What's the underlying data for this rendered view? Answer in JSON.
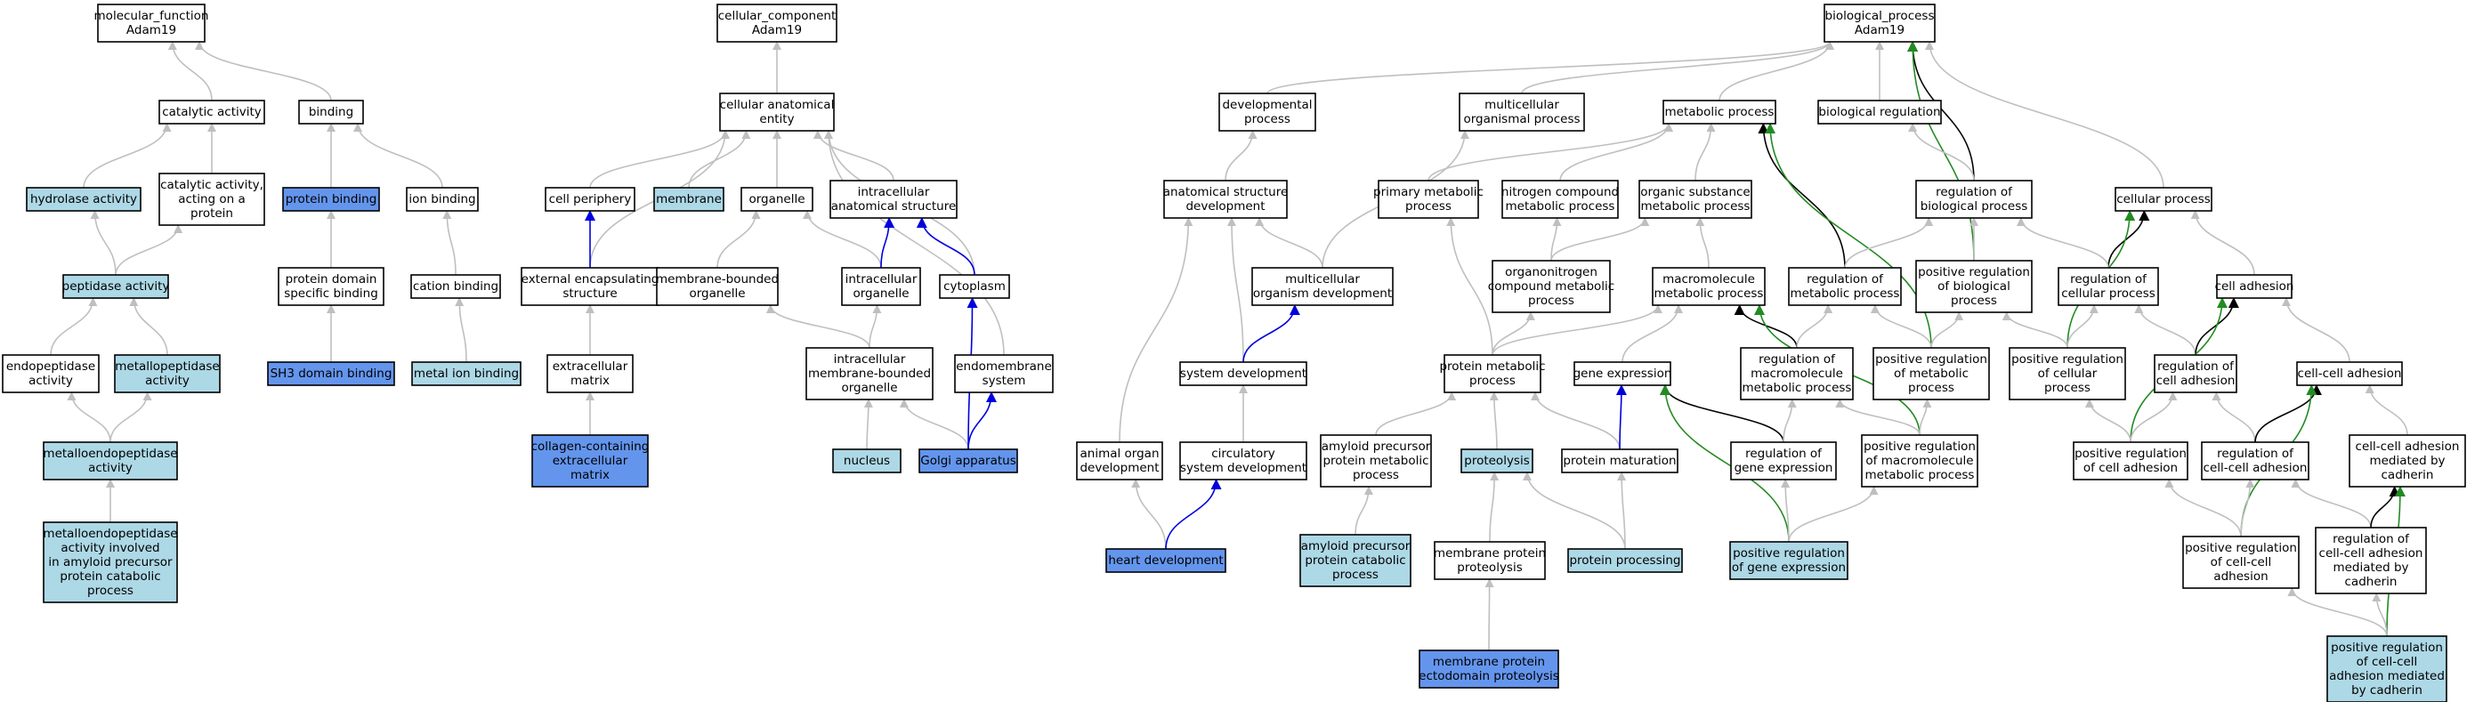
{
  "colors": {
    "plain": "#ffffff",
    "light": "#add8e6",
    "strong": "#6495ed",
    "edge_grey": "#bfbfbf",
    "edge_black": "#000000",
    "edge_blue": "#0000dd",
    "edge_green": "#228b22"
  },
  "nodes": [
    {
      "id": "mf",
      "lines": [
        "molecular_function",
        "Adam19"
      ],
      "fill": "plain"
    },
    {
      "id": "cat",
      "lines": [
        "catalytic activity"
      ],
      "fill": "plain"
    },
    {
      "id": "bind",
      "lines": [
        "binding"
      ],
      "fill": "plain"
    },
    {
      "id": "hyd",
      "lines": [
        "hydrolase activity"
      ],
      "fill": "light"
    },
    {
      "id": "catprot",
      "lines": [
        "catalytic activity,",
        "acting on a",
        "protein"
      ],
      "fill": "plain"
    },
    {
      "id": "protbind",
      "lines": [
        "protein binding"
      ],
      "fill": "strong"
    },
    {
      "id": "ionbind",
      "lines": [
        "ion binding"
      ],
      "fill": "plain"
    },
    {
      "id": "pept",
      "lines": [
        "peptidase activity"
      ],
      "fill": "light"
    },
    {
      "id": "pdsb",
      "lines": [
        "protein domain",
        "specific binding"
      ],
      "fill": "plain"
    },
    {
      "id": "cation",
      "lines": [
        "cation binding"
      ],
      "fill": "plain"
    },
    {
      "id": "endopep",
      "lines": [
        "endopeptidase",
        "activity"
      ],
      "fill": "plain"
    },
    {
      "id": "metallopep",
      "lines": [
        "metallopeptidase",
        "activity"
      ],
      "fill": "light"
    },
    {
      "id": "sh3",
      "lines": [
        "SH3 domain binding"
      ],
      "fill": "strong"
    },
    {
      "id": "metalion",
      "lines": [
        "metal ion binding"
      ],
      "fill": "light"
    },
    {
      "id": "metalloendo",
      "lines": [
        "metalloendopeptidase",
        "activity"
      ],
      "fill": "light"
    },
    {
      "id": "metalloamy",
      "lines": [
        "metalloendopeptidase",
        "activity involved",
        "in amyloid precursor",
        "protein catabolic",
        "process"
      ],
      "fill": "light"
    },
    {
      "id": "cc",
      "lines": [
        "cellular_component",
        "Adam19"
      ],
      "fill": "plain"
    },
    {
      "id": "cae",
      "lines": [
        "cellular anatomical",
        "entity"
      ],
      "fill": "plain"
    },
    {
      "id": "periph",
      "lines": [
        "cell periphery"
      ],
      "fill": "plain"
    },
    {
      "id": "membrane",
      "lines": [
        "membrane"
      ],
      "fill": "light"
    },
    {
      "id": "organelle",
      "lines": [
        "organelle"
      ],
      "fill": "plain"
    },
    {
      "id": "ias",
      "lines": [
        "intracellular",
        "anatomical structure"
      ],
      "fill": "plain"
    },
    {
      "id": "extenc",
      "lines": [
        "external encapsulating",
        "structure"
      ],
      "fill": "plain"
    },
    {
      "id": "mbo",
      "lines": [
        "membrane-bounded",
        "organelle"
      ],
      "fill": "plain"
    },
    {
      "id": "intorg",
      "lines": [
        "intracellular",
        "organelle"
      ],
      "fill": "plain"
    },
    {
      "id": "cyto",
      "lines": [
        "cytoplasm"
      ],
      "fill": "plain"
    },
    {
      "id": "ecm",
      "lines": [
        "extracellular",
        "matrix"
      ],
      "fill": "plain"
    },
    {
      "id": "imbo",
      "lines": [
        "intracellular",
        "membrane-bounded",
        "organelle"
      ],
      "fill": "plain"
    },
    {
      "id": "endomem",
      "lines": [
        "endomembrane",
        "system"
      ],
      "fill": "plain"
    },
    {
      "id": "collagen",
      "lines": [
        "collagen-containing",
        "extracellular",
        "matrix"
      ],
      "fill": "strong"
    },
    {
      "id": "nucleus",
      "lines": [
        "nucleus"
      ],
      "fill": "light"
    },
    {
      "id": "golgi",
      "lines": [
        "Golgi apparatus"
      ],
      "fill": "strong"
    },
    {
      "id": "bp",
      "lines": [
        "biological_process",
        "Adam19"
      ],
      "fill": "plain"
    },
    {
      "id": "devproc",
      "lines": [
        "developmental",
        "process"
      ],
      "fill": "plain"
    },
    {
      "id": "multiproc",
      "lines": [
        "multicellular",
        "organismal process"
      ],
      "fill": "plain"
    },
    {
      "id": "metab",
      "lines": [
        "metabolic process"
      ],
      "fill": "plain"
    },
    {
      "id": "bioreg",
      "lines": [
        "biological regulation"
      ],
      "fill": "plain"
    },
    {
      "id": "cellproc",
      "lines": [
        "cellular process"
      ],
      "fill": "plain"
    },
    {
      "id": "asd",
      "lines": [
        "anatomical structure",
        "development"
      ],
      "fill": "plain"
    },
    {
      "id": "primmet",
      "lines": [
        "primary metabolic",
        "process"
      ],
      "fill": "plain"
    },
    {
      "id": "ncmp",
      "lines": [
        "nitrogen compound",
        "metabolic process"
      ],
      "fill": "plain"
    },
    {
      "id": "osmp",
      "lines": [
        "organic substance",
        "metabolic process"
      ],
      "fill": "plain"
    },
    {
      "id": "regbp",
      "lines": [
        "regulation of",
        "biological process"
      ],
      "fill": "plain"
    },
    {
      "id": "mod",
      "lines": [
        "multicellular",
        "organism development"
      ],
      "fill": "plain"
    },
    {
      "id": "oncmp",
      "lines": [
        "organonitrogen",
        "compound metabolic",
        "process"
      ],
      "fill": "plain"
    },
    {
      "id": "mmp",
      "lines": [
        "macromolecule",
        "metabolic process"
      ],
      "fill": "plain"
    },
    {
      "id": "regmp",
      "lines": [
        "regulation of",
        "metabolic process"
      ],
      "fill": "plain"
    },
    {
      "id": "posregbp",
      "lines": [
        "positive regulation",
        "of biological",
        "process"
      ],
      "fill": "plain"
    },
    {
      "id": "regcp",
      "lines": [
        "regulation of",
        "cellular process"
      ],
      "fill": "plain"
    },
    {
      "id": "celladh",
      "lines": [
        "cell adhesion"
      ],
      "fill": "plain"
    },
    {
      "id": "sysdev",
      "lines": [
        "system development"
      ],
      "fill": "plain"
    },
    {
      "id": "protmet",
      "lines": [
        "protein metabolic",
        "process"
      ],
      "fill": "plain"
    },
    {
      "id": "geneexp",
      "lines": [
        "gene expression"
      ],
      "fill": "plain"
    },
    {
      "id": "regmmp",
      "lines": [
        "regulation of",
        "macromolecule",
        "metabolic process"
      ],
      "fill": "plain"
    },
    {
      "id": "posregmp",
      "lines": [
        "positive regulation",
        "of metabolic",
        "process"
      ],
      "fill": "plain"
    },
    {
      "id": "posregcp",
      "lines": [
        "positive regulation",
        "of cellular",
        "process"
      ],
      "fill": "plain"
    },
    {
      "id": "regca",
      "lines": [
        "regulation of",
        "cell adhesion"
      ],
      "fill": "plain"
    },
    {
      "id": "ccadh",
      "lines": [
        "cell-cell adhesion"
      ],
      "fill": "plain"
    },
    {
      "id": "aod",
      "lines": [
        "animal organ",
        "development"
      ],
      "fill": "plain"
    },
    {
      "id": "circ",
      "lines": [
        "circulatory",
        "system development"
      ],
      "fill": "plain"
    },
    {
      "id": "appmp",
      "lines": [
        "amyloid precursor",
        "protein metabolic",
        "process"
      ],
      "fill": "plain"
    },
    {
      "id": "proteolysis",
      "lines": [
        "proteolysis"
      ],
      "fill": "light"
    },
    {
      "id": "protmat",
      "lines": [
        "protein maturation"
      ],
      "fill": "plain"
    },
    {
      "id": "regge",
      "lines": [
        "regulation of",
        "gene expression"
      ],
      "fill": "plain"
    },
    {
      "id": "posregmmp",
      "lines": [
        "positive regulation",
        "of macromolecule",
        "metabolic process"
      ],
      "fill": "plain"
    },
    {
      "id": "posregca",
      "lines": [
        "positive regulation",
        "of cell adhesion"
      ],
      "fill": "plain"
    },
    {
      "id": "regcca",
      "lines": [
        "regulation of",
        "cell-cell adhesion"
      ],
      "fill": "plain"
    },
    {
      "id": "ccacad",
      "lines": [
        "cell-cell adhesion",
        "mediated by",
        "cadherin"
      ],
      "fill": "plain"
    },
    {
      "id": "heart",
      "lines": [
        "heart development"
      ],
      "fill": "strong"
    },
    {
      "id": "appcp",
      "lines": [
        "amyloid precursor",
        "protein catabolic",
        "process"
      ],
      "fill": "light"
    },
    {
      "id": "mpp",
      "lines": [
        "membrane protein",
        "proteolysis"
      ],
      "fill": "plain"
    },
    {
      "id": "protproc",
      "lines": [
        "protein processing"
      ],
      "fill": "light"
    },
    {
      "id": "posregge",
      "lines": [
        "positive regulation",
        "of gene expression"
      ],
      "fill": "light"
    },
    {
      "id": "posregcca",
      "lines": [
        "positive regulation",
        "of cell-cell",
        "adhesion"
      ],
      "fill": "plain"
    },
    {
      "id": "regccacad",
      "lines": [
        "regulation of",
        "cell-cell adhesion",
        "mediated by",
        "cadherin"
      ],
      "fill": "plain"
    },
    {
      "id": "mpep",
      "lines": [
        "membrane protein",
        "ectodomain proteolysis"
      ],
      "fill": "strong"
    },
    {
      "id": "posregccacad",
      "lines": [
        "positive regulation",
        "of cell-cell",
        "adhesion mediated",
        "by cadherin"
      ],
      "fill": "light"
    }
  ],
  "edges": [
    {
      "from": "cat",
      "to": "mf",
      "kind": "grey"
    },
    {
      "from": "bind",
      "to": "mf",
      "kind": "grey"
    },
    {
      "from": "hyd",
      "to": "cat",
      "kind": "grey"
    },
    {
      "from": "catprot",
      "to": "cat",
      "kind": "grey"
    },
    {
      "from": "protbind",
      "to": "bind",
      "kind": "grey"
    },
    {
      "from": "ionbind",
      "to": "bind",
      "kind": "grey"
    },
    {
      "from": "pept",
      "to": "hyd",
      "kind": "grey"
    },
    {
      "from": "pept",
      "to": "catprot",
      "kind": "grey"
    },
    {
      "from": "pdsb",
      "to": "protbind",
      "kind": "grey"
    },
    {
      "from": "cation",
      "to": "ionbind",
      "kind": "grey"
    },
    {
      "from": "endopep",
      "to": "pept",
      "kind": "grey"
    },
    {
      "from": "metallopep",
      "to": "pept",
      "kind": "grey"
    },
    {
      "from": "sh3",
      "to": "pdsb",
      "kind": "grey"
    },
    {
      "from": "metalion",
      "to": "cation",
      "kind": "grey"
    },
    {
      "from": "metalloendo",
      "to": "endopep",
      "kind": "grey"
    },
    {
      "from": "metalloendo",
      "to": "metallopep",
      "kind": "grey"
    },
    {
      "from": "metalloamy",
      "to": "metalloendo",
      "kind": "grey"
    },
    {
      "from": "cae",
      "to": "cc",
      "kind": "grey"
    },
    {
      "from": "periph",
      "to": "cae",
      "kind": "grey"
    },
    {
      "from": "membrane",
      "to": "cae",
      "kind": "grey"
    },
    {
      "from": "organelle",
      "to": "cae",
      "kind": "grey"
    },
    {
      "from": "ias",
      "to": "cae",
      "kind": "grey"
    },
    {
      "from": "extenc",
      "to": "cae",
      "kind": "grey"
    },
    {
      "from": "cyto",
      "to": "cae",
      "kind": "grey"
    },
    {
      "from": "endomem",
      "to": "cae",
      "kind": "grey"
    },
    {
      "from": "extenc",
      "to": "periph",
      "kind": "blue"
    },
    {
      "from": "mbo",
      "to": "organelle",
      "kind": "grey"
    },
    {
      "from": "intorg",
      "to": "organelle",
      "kind": "grey"
    },
    {
      "from": "intorg",
      "to": "ias",
      "kind": "blue"
    },
    {
      "from": "cyto",
      "to": "ias",
      "kind": "blue"
    },
    {
      "from": "ecm",
      "to": "extenc",
      "kind": "grey"
    },
    {
      "from": "imbo",
      "to": "mbo",
      "kind": "grey"
    },
    {
      "from": "imbo",
      "to": "intorg",
      "kind": "grey"
    },
    {
      "from": "collagen",
      "to": "ecm",
      "kind": "grey"
    },
    {
      "from": "nucleus",
      "to": "imbo",
      "kind": "grey"
    },
    {
      "from": "golgi",
      "to": "imbo",
      "kind": "grey"
    },
    {
      "from": "golgi",
      "to": "cyto",
      "kind": "blue"
    },
    {
      "from": "golgi",
      "to": "endomem",
      "kind": "blue"
    },
    {
      "from": "devproc",
      "to": "bp",
      "kind": "grey"
    },
    {
      "from": "multiproc",
      "to": "bp",
      "kind": "grey"
    },
    {
      "from": "metab",
      "to": "bp",
      "kind": "grey"
    },
    {
      "from": "bioreg",
      "to": "bp",
      "kind": "grey"
    },
    {
      "from": "cellproc",
      "to": "bp",
      "kind": "grey"
    },
    {
      "from": "regbp",
      "to": "bp",
      "kind": "black"
    },
    {
      "from": "posregbp",
      "to": "bp",
      "kind": "green"
    },
    {
      "from": "asd",
      "to": "devproc",
      "kind": "grey"
    },
    {
      "from": "mod",
      "to": "multiproc",
      "kind": "grey"
    },
    {
      "from": "primmet",
      "to": "metab",
      "kind": "grey"
    },
    {
      "from": "ncmp",
      "to": "metab",
      "kind": "grey"
    },
    {
      "from": "osmp",
      "to": "metab",
      "kind": "grey"
    },
    {
      "from": "regmp",
      "to": "metab",
      "kind": "black"
    },
    {
      "from": "posregmp",
      "to": "metab",
      "kind": "green"
    },
    {
      "from": "regbp",
      "to": "bioreg",
      "kind": "grey"
    },
    {
      "from": "regcp",
      "to": "cellproc",
      "kind": "black"
    },
    {
      "from": "celladh",
      "to": "cellproc",
      "kind": "grey"
    },
    {
      "from": "posregcp",
      "to": "cellproc",
      "kind": "green"
    },
    {
      "from": "mod",
      "to": "asd",
      "kind": "grey"
    },
    {
      "from": "sysdev",
      "to": "asd",
      "kind": "grey"
    },
    {
      "from": "aod",
      "to": "asd",
      "kind": "grey"
    },
    {
      "from": "sysdev",
      "to": "mod",
      "kind": "blue"
    },
    {
      "from": "oncmp",
      "to": "ncmp",
      "kind": "grey"
    },
    {
      "from": "oncmp",
      "to": "osmp",
      "kind": "grey"
    },
    {
      "from": "mmp",
      "to": "osmp",
      "kind": "grey"
    },
    {
      "from": "regmp",
      "to": "regbp",
      "kind": "grey"
    },
    {
      "from": "posregbp",
      "to": "regbp",
      "kind": "grey"
    },
    {
      "from": "regcp",
      "to": "regbp",
      "kind": "grey"
    },
    {
      "from": "protmet",
      "to": "primmet",
      "kind": "grey"
    },
    {
      "from": "protmet",
      "to": "oncmp",
      "kind": "grey"
    },
    {
      "from": "protmet",
      "to": "mmp",
      "kind": "grey"
    },
    {
      "from": "geneexp",
      "to": "mmp",
      "kind": "grey"
    },
    {
      "from": "regmmp",
      "to": "mmp",
      "kind": "black"
    },
    {
      "from": "posregmmp",
      "to": "mmp",
      "kind": "green"
    },
    {
      "from": "regmmp",
      "to": "regmp",
      "kind": "grey"
    },
    {
      "from": "posregmp",
      "to": "regmp",
      "kind": "grey"
    },
    {
      "from": "posregmp",
      "to": "posregbp",
      "kind": "grey"
    },
    {
      "from": "posregcp",
      "to": "posregbp",
      "kind": "grey"
    },
    {
      "from": "posregcp",
      "to": "regcp",
      "kind": "grey"
    },
    {
      "from": "regca",
      "to": "regcp",
      "kind": "grey"
    },
    {
      "from": "regca",
      "to": "celladh",
      "kind": "black"
    },
    {
      "from": "ccadh",
      "to": "celladh",
      "kind": "grey"
    },
    {
      "from": "posregca",
      "to": "celladh",
      "kind": "green"
    },
    {
      "from": "circ",
      "to": "sysdev",
      "kind": "grey"
    },
    {
      "from": "heart",
      "to": "aod",
      "kind": "grey"
    },
    {
      "from": "heart",
      "to": "circ",
      "kind": "blue"
    },
    {
      "from": "appmp",
      "to": "protmet",
      "kind": "grey"
    },
    {
      "from": "proteolysis",
      "to": "protmet",
      "kind": "grey"
    },
    {
      "from": "protmat",
      "to": "protmet",
      "kind": "grey"
    },
    {
      "from": "protmat",
      "to": "geneexp",
      "kind": "blue"
    },
    {
      "from": "regge",
      "to": "geneexp",
      "kind": "black"
    },
    {
      "from": "posregge",
      "to": "geneexp",
      "kind": "green"
    },
    {
      "from": "regge",
      "to": "regmmp",
      "kind": "grey"
    },
    {
      "from": "posregmmp",
      "to": "regmmp",
      "kind": "grey"
    },
    {
      "from": "posregmmp",
      "to": "posregmp",
      "kind": "grey"
    },
    {
      "from": "posregca",
      "to": "regca",
      "kind": "grey"
    },
    {
      "from": "posregca",
      "to": "posregcp",
      "kind": "grey"
    },
    {
      "from": "regcca",
      "to": "regca",
      "kind": "grey"
    },
    {
      "from": "regcca",
      "to": "ccadh",
      "kind": "black"
    },
    {
      "from": "ccacad",
      "to": "ccadh",
      "kind": "grey"
    },
    {
      "from": "posregcca",
      "to": "ccadh",
      "kind": "green"
    },
    {
      "from": "appcp",
      "to": "appmp",
      "kind": "grey"
    },
    {
      "from": "mpp",
      "to": "proteolysis",
      "kind": "grey"
    },
    {
      "from": "protproc",
      "to": "proteolysis",
      "kind": "grey"
    },
    {
      "from": "protproc",
      "to": "protmat",
      "kind": "grey"
    },
    {
      "from": "posregge",
      "to": "regge",
      "kind": "grey"
    },
    {
      "from": "posregge",
      "to": "posregmmp",
      "kind": "grey"
    },
    {
      "from": "posregcca",
      "to": "posregca",
      "kind": "grey"
    },
    {
      "from": "posregcca",
      "to": "regcca",
      "kind": "grey"
    },
    {
      "from": "regccacad",
      "to": "regcca",
      "kind": "grey"
    },
    {
      "from": "regccacad",
      "to": "ccacad",
      "kind": "black"
    },
    {
      "from": "posregccacad",
      "to": "ccacad",
      "kind": "green"
    },
    {
      "from": "mpep",
      "to": "mpp",
      "kind": "grey"
    },
    {
      "from": "posregccacad",
      "to": "posregcca",
      "kind": "grey"
    },
    {
      "from": "posregccacad",
      "to": "regccacad",
      "kind": "grey"
    }
  ]
}
